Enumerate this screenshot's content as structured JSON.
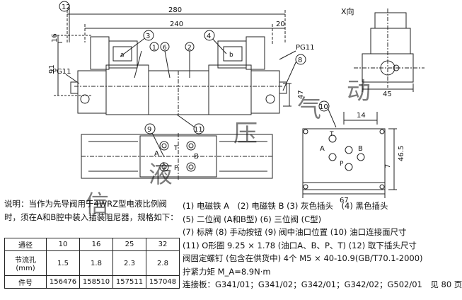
{
  "dimensions": {
    "d280": "280",
    "d240": "240",
    "d20": "20",
    "d16": "16",
    "d91": "91",
    "d47": "47",
    "d45": "45",
    "d14": "14",
    "d46_5": "46.5",
    "d7": "7",
    "d67": "67"
  },
  "view_label": "X向",
  "connector_label": "PG11",
  "callouts": [
    "12",
    "3",
    "1",
    "6",
    "2",
    "4",
    "8",
    "9",
    "11",
    "10"
  ],
  "port_letters": {
    "t": "T",
    "a": "A",
    "b": "B",
    "p": "P"
  },
  "solenoid_letters": {
    "left": "a",
    "right": "b"
  },
  "watermark": [
    "信",
    "液",
    "压",
    "气",
    "动"
  ],
  "intro_text": "说明：当作为先导阀用于4WRZ型电液比例阀时，须在A和B腔中装入插装阻尼器，规格如下：",
  "table": {
    "header": [
      "通径",
      "10",
      "16",
      "25",
      "32"
    ],
    "row_bore_label": "节流孔\n(mm)",
    "row_bore": [
      "1.5",
      "1.8",
      "2.3",
      "2.8"
    ],
    "row_part_label": "件号",
    "row_part": [
      "156476",
      "158510",
      "157511",
      "157048"
    ]
  },
  "legend": [
    "(1) 电磁铁 A　(2) 电磁铁 B (3) 灰色插头　(4) 黑色插头",
    "(5) 二位阀 (A和B型) (6) 三位阀 (C型)",
    "(7) 标牌 (8) 手动按钮 (9) 阀中油口位置 (10) 油口连接面尺寸",
    "(11) O形圈 9.25 × 1.78 (油口A、B、P、T) (12) 取下插头尺寸",
    "阀固定螺钉 (包含在供货中) 4个 M5 × 40-10.9(GB/T70.1-2000)",
    "拧紧力矩 M_A=8.9N·m"
  ],
  "connection_plates": "连接板：G341/01；G341/02；G342/01；G342/02；G502/01　见 80 页"
}
